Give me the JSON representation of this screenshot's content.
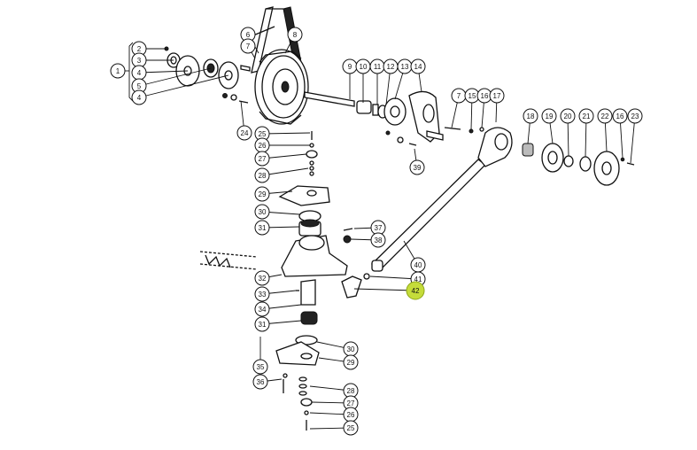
{
  "callouts": [
    {
      "id": "c1",
      "label": "1"
    },
    {
      "id": "c2",
      "label": "2"
    },
    {
      "id": "c3",
      "label": "3"
    },
    {
      "id": "c4a",
      "label": "4"
    },
    {
      "id": "c5",
      "label": "5"
    },
    {
      "id": "c4b",
      "label": "4"
    },
    {
      "id": "c6",
      "label": "6"
    },
    {
      "id": "c7a",
      "label": "7"
    },
    {
      "id": "c8",
      "label": "8"
    },
    {
      "id": "c9",
      "label": "9"
    },
    {
      "id": "c10",
      "label": "10"
    },
    {
      "id": "c11",
      "label": "11"
    },
    {
      "id": "c12",
      "label": "12"
    },
    {
      "id": "c13",
      "label": "13"
    },
    {
      "id": "c14",
      "label": "14"
    },
    {
      "id": "c24",
      "label": "24"
    },
    {
      "id": "c7b",
      "label": "7"
    },
    {
      "id": "c15",
      "label": "15"
    },
    {
      "id": "c16a",
      "label": "16"
    },
    {
      "id": "c17",
      "label": "17"
    },
    {
      "id": "c18",
      "label": "18"
    },
    {
      "id": "c19",
      "label": "19"
    },
    {
      "id": "c20",
      "label": "20"
    },
    {
      "id": "c21",
      "label": "21"
    },
    {
      "id": "c22",
      "label": "22"
    },
    {
      "id": "c16b",
      "label": "16"
    },
    {
      "id": "c23",
      "label": "23"
    },
    {
      "id": "c39",
      "label": "39"
    },
    {
      "id": "c25a",
      "label": "25"
    },
    {
      "id": "c26a",
      "label": "26"
    },
    {
      "id": "c27a",
      "label": "27"
    },
    {
      "id": "c28a",
      "label": "28"
    },
    {
      "id": "c29a",
      "label": "29"
    },
    {
      "id": "c30a",
      "label": "30"
    },
    {
      "id": "c31a",
      "label": "31"
    },
    {
      "id": "c37",
      "label": "37"
    },
    {
      "id": "c38",
      "label": "38"
    },
    {
      "id": "c40",
      "label": "40"
    },
    {
      "id": "c32",
      "label": "32"
    },
    {
      "id": "c41",
      "label": "41"
    },
    {
      "id": "c42",
      "label": "42",
      "highlighted": true
    },
    {
      "id": "c33",
      "label": "33"
    },
    {
      "id": "c34",
      "label": "34"
    },
    {
      "id": "c31b",
      "label": "31"
    },
    {
      "id": "c30b",
      "label": "30"
    },
    {
      "id": "c35",
      "label": "35"
    },
    {
      "id": "c29b",
      "label": "29"
    },
    {
      "id": "c36",
      "label": "36"
    },
    {
      "id": "c28b",
      "label": "28"
    },
    {
      "id": "c27b",
      "label": "27"
    },
    {
      "id": "c26b",
      "label": "26"
    },
    {
      "id": "c25b",
      "label": "25"
    }
  ],
  "colors": {
    "line": "#111111",
    "background": "#ffffff",
    "highlight": "#c5dc3a"
  }
}
